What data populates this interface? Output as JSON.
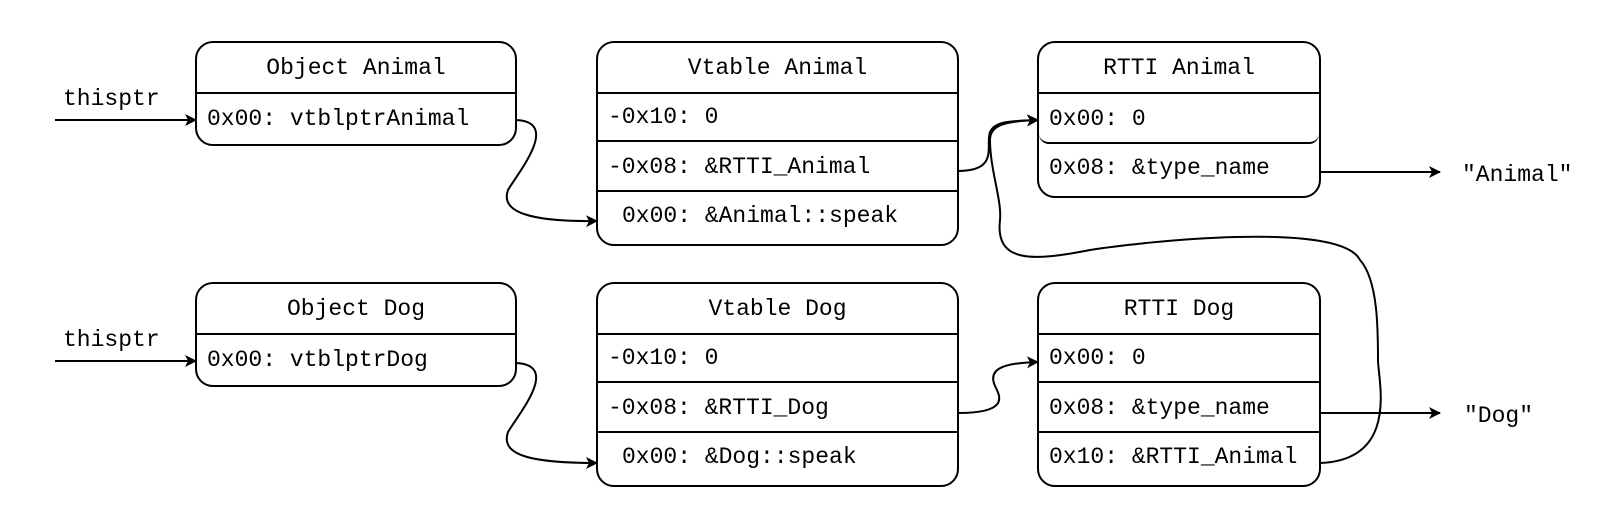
{
  "labels": {
    "thisptr_top": "thisptr",
    "thisptr_bottom": "thisptr",
    "str_animal": "\"Animal\"",
    "str_dog": "\"Dog\""
  },
  "object_animal": {
    "title": "Object Animal",
    "rows": [
      "0x00: vtblptrAnimal"
    ]
  },
  "vtable_animal": {
    "title": "Vtable Animal",
    "rows": [
      "-0x10: 0",
      "-0x08: &RTTI_Animal",
      "0x00: &Animal::speak"
    ]
  },
  "rtti_animal": {
    "title": "RTTI Animal",
    "rows": [
      "0x00: 0",
      "0x08: &type_name"
    ]
  },
  "object_dog": {
    "title": "Object Dog",
    "rows": [
      "0x00: vtblptrDog"
    ]
  },
  "vtable_dog": {
    "title": "Vtable Dog",
    "rows": [
      "-0x10: 0",
      "-0x08: &RTTI_Dog",
      "0x00: &Dog::speak"
    ]
  },
  "rtti_dog": {
    "title": "RTTI Dog",
    "rows": [
      "0x00: 0",
      "0x08: &type_name",
      "0x10: &RTTI_Animal"
    ]
  },
  "colors": {
    "stroke": "#000000",
    "background": "#ffffff"
  }
}
